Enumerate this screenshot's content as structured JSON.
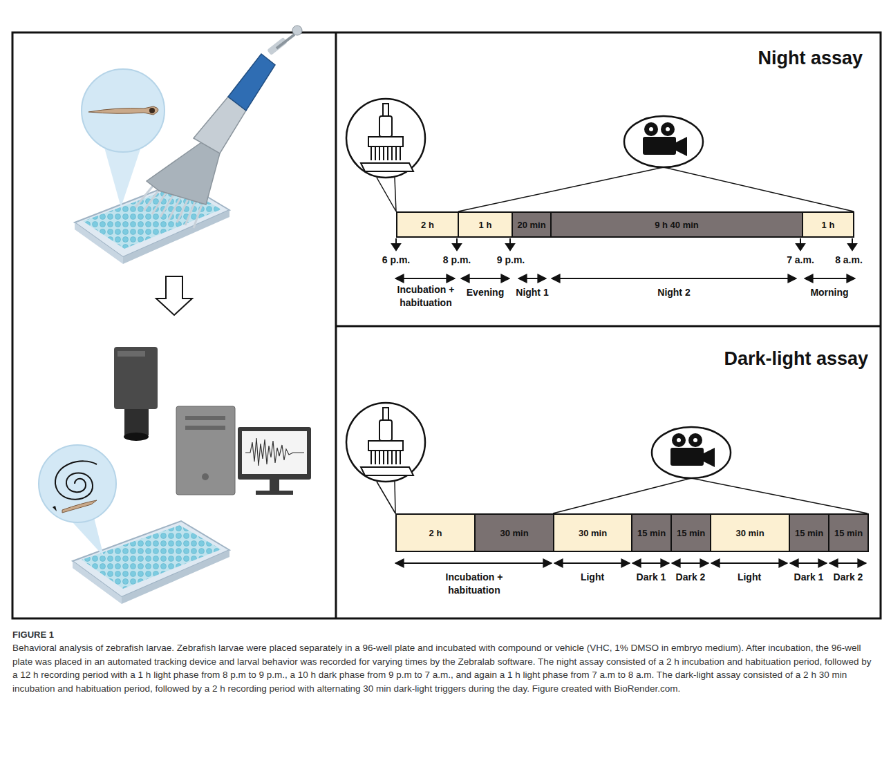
{
  "diagram": {
    "caption": "Behavioral analysis of zebrafish larvae. Zebrafish larvae were placed separately in a 96-well plate and incubated with compound or vehicle (VHC, 1% DMSO in embryo medium). After incubation, the 96-well plate was placed in an automated tracking device and larval behavior was recorded for varying times by the Zebralab software. The night assay consisted of a 2 h incubation and habituation period, followed by a 12 h recording period with a 1 h light phase from 8 p.m to 9 p.m., a 10 h dark phase from 9 p.m to 7 a.m., and again a 1 h light phase from 7 a.m to 8 a.m. The dark-light assay consisted of a 2 h 30 min incubation and habituation period, followed by a 2 h recording period with alternating 30 min dark-light triggers during the day. Figure created with BioRender.com.",
    "nodes": [
      {
        "text": [
          "Night assay"
        ]
      },
      {
        "text": [
          "2 h"
        ],
        "in": 0
      },
      {
        "text": [
          "1 h"
        ],
        "in": 0
      },
      {
        "text": [
          "20 min"
        ],
        "in": 0
      },
      {
        "text": [
          "9 h 40 min"
        ],
        "in": 0
      },
      {
        "text": [
          "1 h"
        ],
        "in": 0
      },
      {
        "text": [
          "Dark-light assay"
        ]
      },
      {
        "text": [
          "2 h"
        ],
        "in": 6
      },
      {
        "text": [
          "30 min"
        ],
        "in": 6
      },
      {
        "text": [
          "30 min"
        ],
        "in": 6
      },
      {
        "text": [
          "15 min"
        ],
        "in": 6
      },
      {
        "text": [
          "15 min"
        ],
        "in": 6
      },
      {
        "text": [
          "30 min"
        ],
        "in": 6
      },
      {
        "text": [
          "15 min"
        ],
        "in": 6
      },
      {
        "text": [
          "15 min"
        ],
        "in": 6
      }
    ],
    "labels": [
      "6 p.m.",
      "8 p.m.",
      "9 p.m.",
      "7 a.m.",
      "8 a.m.",
      "Incubation + habituation",
      "Evening",
      "Night 1",
      "Night 2",
      "Morning",
      "Incubation + habituation",
      "Light",
      "Dark 1",
      "Dark 2",
      "Light",
      "Dark 1",
      "Dark 2",
      "FIGURE 1"
    ]
  }
}
